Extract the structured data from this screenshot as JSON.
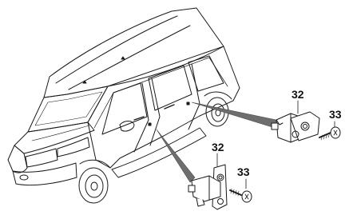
{
  "callouts": {
    "rear_sensor": "32",
    "rear_screw": "33",
    "front_sensor": "32",
    "front_screw": "33"
  }
}
